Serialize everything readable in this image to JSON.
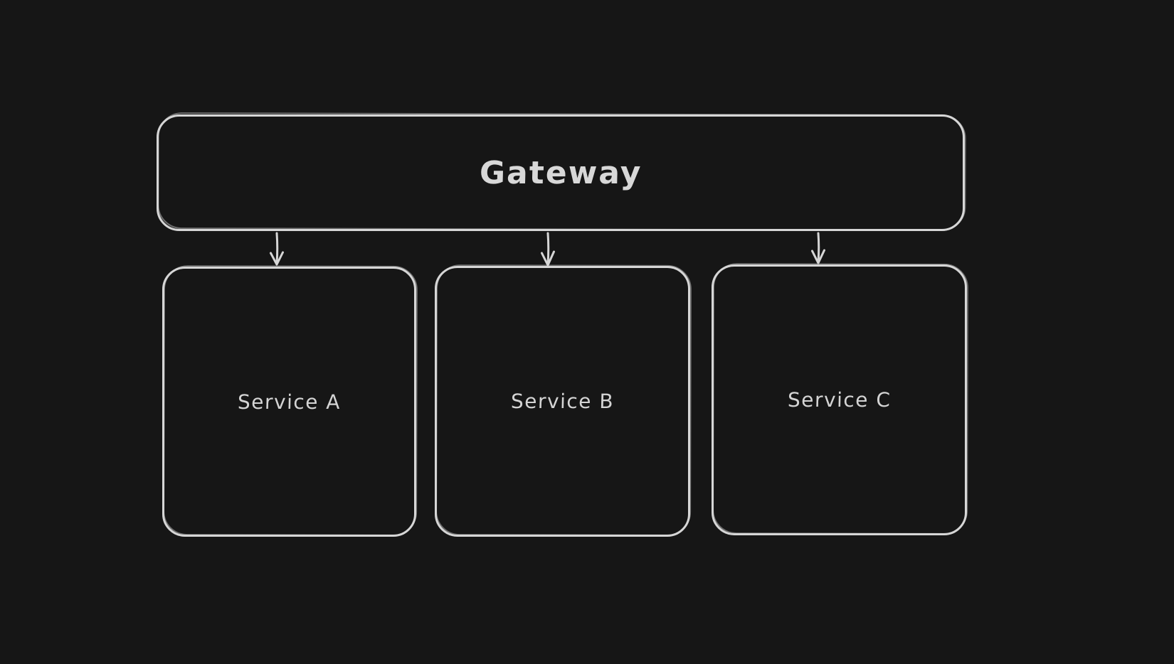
{
  "canvas": {
    "background_color": "#161616",
    "stroke_color": "#d6d6d6",
    "text_color": "#d8d8d8",
    "style": "hand-drawn-whiteboard"
  },
  "diagram": {
    "type": "flowchart",
    "nodes": [
      {
        "id": "gateway",
        "label": "Gateway",
        "shape": "rounded-rectangle"
      },
      {
        "id": "service-a",
        "label": "Service A",
        "shape": "rounded-rectangle"
      },
      {
        "id": "service-b",
        "label": "Service B",
        "shape": "rounded-rectangle"
      },
      {
        "id": "service-c",
        "label": "Service C",
        "shape": "rounded-rectangle"
      }
    ],
    "edges": [
      {
        "from": "Gateway",
        "to": "Service A",
        "style": "arrow-down"
      },
      {
        "from": "Gateway",
        "to": "Service B",
        "style": "arrow-down"
      },
      {
        "from": "Gateway",
        "to": "Service C",
        "style": "arrow-down"
      }
    ]
  }
}
